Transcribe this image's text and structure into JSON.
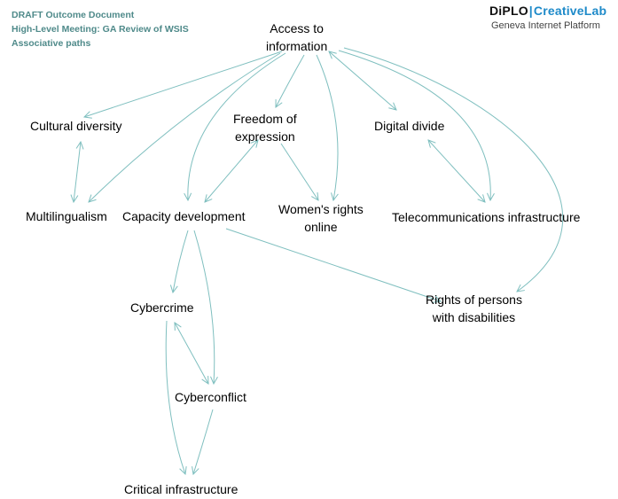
{
  "header": {
    "line1": "DRAFT Outcome Document",
    "line2": "High-Level Meeting: GA Review of WSIS",
    "line3": "Associative paths"
  },
  "logo": {
    "diplo": "DiPLO",
    "bar": "|",
    "creative": "CreativeLab",
    "subtitle": "Geneva Internet Platform"
  },
  "colors": {
    "edge": "#7fbfbf",
    "header_text": "#4f8a8a",
    "brand_blue": "#1e8ac9"
  },
  "nodes": {
    "access": [
      "Access to",
      "information"
    ],
    "cultural": [
      "Cultural diversity"
    ],
    "freedom": [
      "Freedom of",
      "expression"
    ],
    "digital": [
      "Digital divide"
    ],
    "multilingualism": [
      "Multilingualism"
    ],
    "capacity": [
      "Capacity development"
    ],
    "women": [
      "Women's rights",
      "online"
    ],
    "telecom": [
      "Telecommunications infrastructure"
    ],
    "rights": [
      "Rights of persons",
      "with disabilities"
    ],
    "cybercrime": [
      "Cybercrime"
    ],
    "cyberconflict": [
      "Cyberconflict"
    ],
    "critical": [
      "Critical infrastructure"
    ]
  },
  "edges": [
    {
      "from": "access",
      "to": "cultural",
      "type": "one-way"
    },
    {
      "from": "access",
      "to": "freedom",
      "type": "one-way"
    },
    {
      "from": "access",
      "to": "digital",
      "type": "two-way"
    },
    {
      "from": "access",
      "to": "multilingualism",
      "type": "one-way"
    },
    {
      "from": "access",
      "to": "capacity",
      "type": "one-way"
    },
    {
      "from": "access",
      "to": "women",
      "type": "one-way"
    },
    {
      "from": "access",
      "to": "telecom",
      "type": "one-way"
    },
    {
      "from": "access",
      "to": "rights",
      "type": "one-way"
    },
    {
      "from": "cultural",
      "to": "multilingualism",
      "type": "two-way"
    },
    {
      "from": "freedom",
      "to": "capacity",
      "type": "two-way"
    },
    {
      "from": "freedom",
      "to": "women",
      "type": "one-way"
    },
    {
      "from": "digital",
      "to": "telecom",
      "type": "two-way"
    },
    {
      "from": "capacity",
      "to": "rights",
      "type": "one-way"
    },
    {
      "from": "capacity",
      "to": "cybercrime",
      "type": "one-way"
    },
    {
      "from": "capacity",
      "to": "cyberconflict",
      "type": "one-way"
    },
    {
      "from": "cybercrime",
      "to": "cyberconflict",
      "type": "two-way"
    },
    {
      "from": "cybercrime",
      "to": "critical",
      "type": "one-way"
    },
    {
      "from": "cyberconflict",
      "to": "critical",
      "type": "one-way"
    }
  ]
}
